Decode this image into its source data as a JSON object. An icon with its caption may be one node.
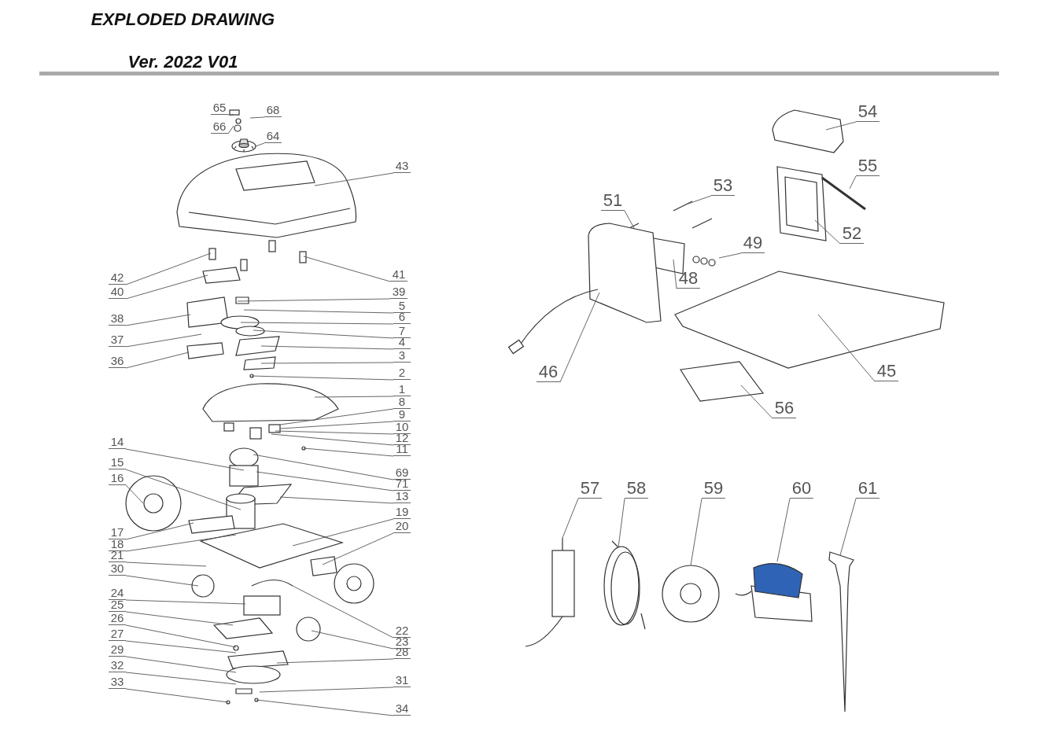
{
  "diagram": {
    "title": "EXPLODED DRAWING",
    "nodes": [
      {
        "text": [
          "65"
        ]
      },
      {
        "text": [
          "68"
        ]
      },
      {
        "text": [
          "66"
        ]
      },
      {
        "text": [
          "64"
        ]
      },
      {
        "text": [
          "43"
        ]
      },
      {
        "text": [
          "42"
        ]
      },
      {
        "text": [
          "41"
        ]
      },
      {
        "text": [
          "40"
        ]
      },
      {
        "text": [
          "39"
        ]
      },
      {
        "text": [
          "38"
        ]
      },
      {
        "text": [
          "5"
        ]
      },
      {
        "text": [
          "6"
        ]
      },
      {
        "text": [
          "37"
        ]
      },
      {
        "text": [
          "7"
        ]
      },
      {
        "text": [
          "4"
        ]
      },
      {
        "text": [
          "36"
        ]
      },
      {
        "text": [
          "3"
        ]
      },
      {
        "text": [
          "2"
        ]
      },
      {
        "text": [
          "1"
        ]
      },
      {
        "text": [
          "8"
        ]
      },
      {
        "text": [
          "9"
        ]
      },
      {
        "text": [
          "10"
        ]
      },
      {
        "text": [
          "12"
        ]
      },
      {
        "text": [
          "11"
        ]
      },
      {
        "text": [
          "14"
        ]
      },
      {
        "text": [
          "69"
        ]
      },
      {
        "text": [
          "15"
        ]
      },
      {
        "text": [
          "71"
        ]
      },
      {
        "text": [
          "16"
        ]
      },
      {
        "text": [
          "13"
        ]
      },
      {
        "text": [
          "19"
        ]
      },
      {
        "text": [
          "17"
        ]
      },
      {
        "text": [
          "20"
        ]
      },
      {
        "text": [
          "18"
        ]
      },
      {
        "text": [
          "21"
        ]
      },
      {
        "text": [
          "30"
        ]
      },
      {
        "text": [
          "24"
        ]
      },
      {
        "text": [
          "25"
        ]
      },
      {
        "text": [
          "22"
        ]
      },
      {
        "text": [
          "26"
        ]
      },
      {
        "text": [
          "23"
        ]
      },
      {
        "text": [
          "27"
        ]
      },
      {
        "text": [
          "28"
        ]
      },
      {
        "text": [
          "29"
        ]
      },
      {
        "text": [
          "32"
        ]
      },
      {
        "text": [
          "31"
        ]
      },
      {
        "text": [
          "33"
        ]
      },
      {
        "text": [
          "34"
        ]
      },
      {
        "text": [
          "54"
        ]
      },
      {
        "text": [
          "55"
        ]
      },
      {
        "text": [
          "53"
        ]
      },
      {
        "text": [
          "51"
        ]
      },
      {
        "text": [
          "52"
        ]
      },
      {
        "text": [
          "49"
        ]
      },
      {
        "text": [
          "48"
        ]
      },
      {
        "text": [
          "46"
        ]
      },
      {
        "text": [
          "45"
        ]
      },
      {
        "text": [
          "56"
        ]
      },
      {
        "text": [
          "57"
        ]
      },
      {
        "text": [
          "58"
        ]
      },
      {
        "text": [
          "59"
        ]
      },
      {
        "text": [
          "60"
        ]
      },
      {
        "text": [
          "61"
        ]
      },
      {
        "text": [],
        "shape": "picture"
      },
      {
        "text": [],
        "shape": "picture"
      },
      {
        "text": [],
        "shape": "picture"
      },
      {
        "text": [],
        "shape": "picture"
      },
      {
        "text": [],
        "shape": "picture"
      },
      {
        "text": [],
        "shape": "picture"
      }
    ],
    "edges": [
      {
        "from": 0,
        "to": null,
        "arrow": "none"
      },
      {
        "from": 1,
        "to": null,
        "arrow": "none"
      },
      {
        "from": 2,
        "to": null,
        "arrow": "none"
      },
      {
        "from": 3,
        "to": 68,
        "arrow": "none"
      },
      {
        "from": 4,
        "to": null,
        "arrow": "none"
      },
      {
        "from": 5,
        "to": null,
        "arrow": "none"
      },
      {
        "from": 6,
        "to": null,
        "arrow": "none"
      },
      {
        "from": 7,
        "to": null,
        "arrow": "none"
      },
      {
        "from": 8,
        "to": null,
        "arrow": "none"
      },
      {
        "from": 9,
        "to": null,
        "arrow": "none"
      },
      {
        "from": 10,
        "to": null,
        "arrow": "none"
      },
      {
        "from": 11,
        "to": null,
        "arrow": "none"
      },
      {
        "from": 12,
        "to": null,
        "arrow": "none"
      },
      {
        "from": 13,
        "to": null,
        "arrow": "none"
      },
      {
        "from": 14,
        "to": null,
        "arrow": "none"
      },
      {
        "from": 15,
        "to": null,
        "arrow": "none"
      },
      {
        "from": 16,
        "to": null,
        "arrow": "none"
      },
      {
        "from": 17,
        "to": null,
        "arrow": "none"
      },
      {
        "from": 18,
        "to": null,
        "arrow": "none"
      },
      {
        "from": 19,
        "to": null,
        "arrow": "none"
      },
      {
        "from": 20,
        "to": null,
        "arrow": "none"
      },
      {
        "from": 21,
        "to": null,
        "arrow": "none"
      },
      {
        "from": 22,
        "to": null,
        "arrow": "none"
      },
      {
        "from": 23,
        "to": null,
        "arrow": "none"
      },
      {
        "from": 24,
        "to": null,
        "arrow": "none"
      },
      {
        "from": 25,
        "to": null,
        "arrow": "none"
      },
      {
        "from": 26,
        "to": null,
        "arrow": "none"
      },
      {
        "from": 27,
        "to": null,
        "arrow": "none"
      },
      {
        "from": 28,
        "to": null,
        "arrow": "none"
      },
      {
        "from": 29,
        "to": null,
        "arrow": "none"
      },
      {
        "from": 30,
        "to": null,
        "arrow": "none"
      },
      {
        "from": 31,
        "to": null,
        "arrow": "none"
      },
      {
        "from": 32,
        "to": null,
        "arrow": "none"
      },
      {
        "from": 33,
        "to": null,
        "arrow": "none"
      },
      {
        "from": 34,
        "to": null,
        "arrow": "none"
      },
      {
        "from": 35,
        "to": null,
        "arrow": "none"
      },
      {
        "from": 36,
        "to": null,
        "arrow": "none"
      },
      {
        "from": 37,
        "to": null,
        "arrow": "none"
      },
      {
        "from": 38,
        "to": null,
        "arrow": "none"
      },
      {
        "from": 39,
        "to": null,
        "arrow": "none"
      },
      {
        "from": 40,
        "to": null,
        "arrow": "none"
      },
      {
        "from": 41,
        "to": null,
        "arrow": "none"
      },
      {
        "from": 42,
        "to": null,
        "arrow": "none"
      },
      {
        "from": 43,
        "to": null,
        "arrow": "none"
      },
      {
        "from": 44,
        "to": null,
        "arrow": "none"
      },
      {
        "from": 45,
        "to": null,
        "arrow": "none"
      },
      {
        "from": 46,
        "to": null,
        "arrow": "none"
      },
      {
        "from": 47,
        "to": null,
        "arrow": "none"
      },
      {
        "from": 48,
        "to": null,
        "arrow": "none"
      },
      {
        "from": 49,
        "to": null,
        "arrow": "none"
      },
      {
        "from": 50,
        "to": null,
        "arrow": "none"
      },
      {
        "from": 51,
        "to": null,
        "arrow": "none"
      },
      {
        "from": 52,
        "to": null,
        "arrow": "none"
      },
      {
        "from": 53,
        "to": null,
        "arrow": "none"
      },
      {
        "from": 54,
        "to": null,
        "arrow": "none"
      },
      {
        "from": 55,
        "to": null,
        "arrow": "none"
      },
      {
        "from": 56,
        "to": null,
        "arrow": "none"
      },
      {
        "from": 57,
        "to": null,
        "arrow": "none"
      },
      {
        "from": 58,
        "to": 63,
        "arrow": "none"
      },
      {
        "from": 59,
        "to": 64,
        "arrow": "none"
      },
      {
        "from": 60,
        "to": 65,
        "arrow": "none"
      },
      {
        "from": 61,
        "to": 66,
        "arrow": "none"
      },
      {
        "from": 62,
        "to": 67,
        "arrow": "none"
      }
    ],
    "labels": [
      "Ver. 2022 V01"
    ]
  }
}
